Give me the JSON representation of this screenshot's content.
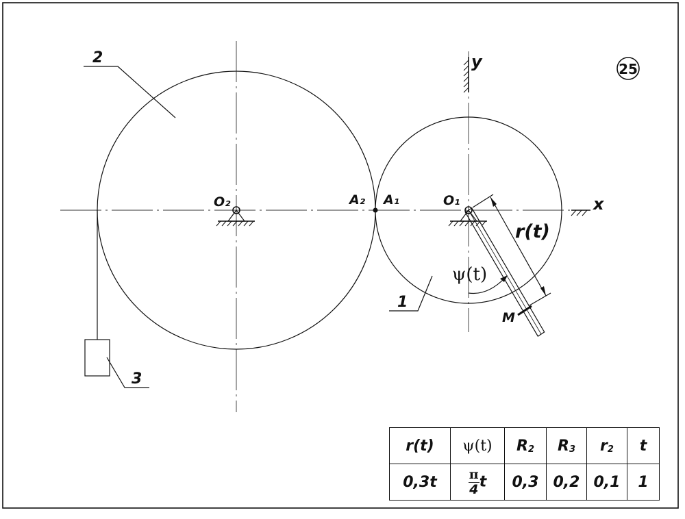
{
  "figure": {
    "variant_number": "25",
    "labels": {
      "wheel_2": "2",
      "wheel_1": "1",
      "load_3": "3",
      "center_O2": "O₂",
      "center_O1": "O₁",
      "contact_A2": "A₂",
      "contact_A1": "A₁",
      "axis_x": "x",
      "axis_y": "y",
      "point_M": "M",
      "distance_r": "r(t)",
      "angle_psi": "ψ(t)"
    }
  },
  "table": {
    "headers": [
      {
        "key": "r",
        "text": "r(t)"
      },
      {
        "key": "psi",
        "text": "ψ(t)"
      },
      {
        "key": "R2",
        "base": "R",
        "sub": "2"
      },
      {
        "key": "R3",
        "base": "R",
        "sub": "3"
      },
      {
        "key": "r2",
        "base": "r",
        "sub": "2"
      },
      {
        "key": "t",
        "text": "t"
      }
    ],
    "values": {
      "r": "0,3t",
      "psi_num": "π",
      "psi_den": "4",
      "psi_var": "t",
      "R2": "0,3",
      "R3": "0,2",
      "r2": "0,1",
      "t": "1"
    }
  }
}
